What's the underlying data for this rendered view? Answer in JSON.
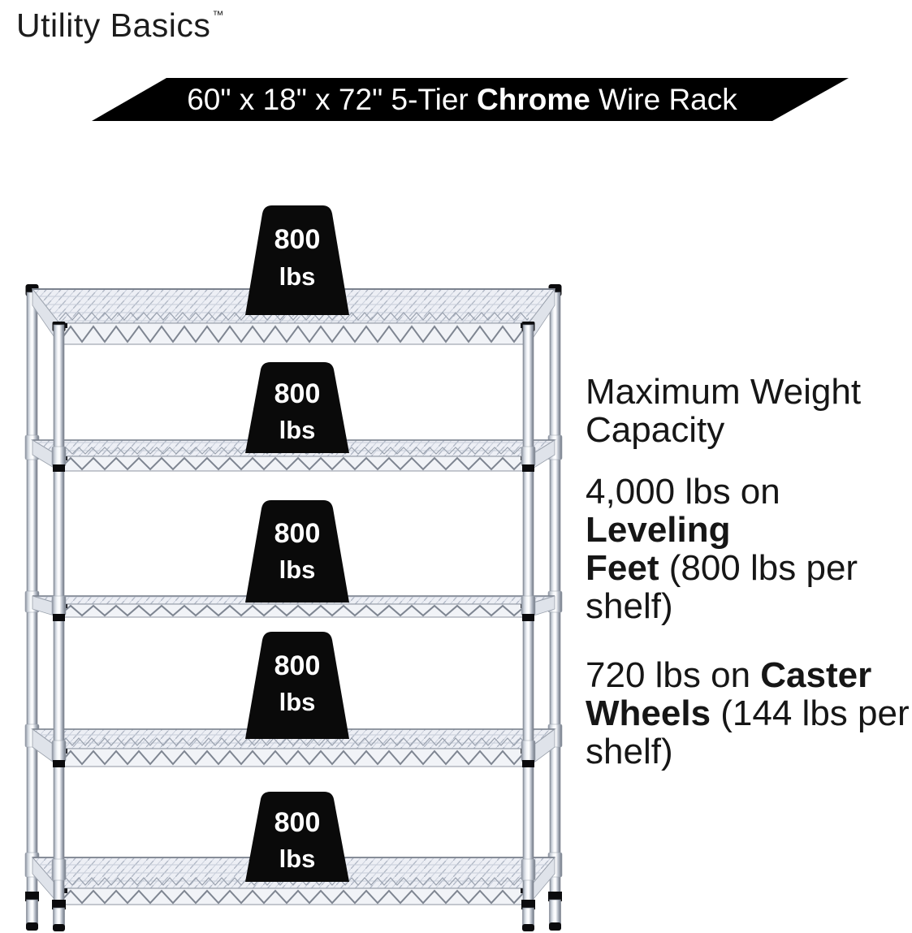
{
  "logo": {
    "text": "Utility Basics",
    "trademark": "™"
  },
  "banner": {
    "pre": "60\" x 18\" x 72\" 5-Tier ",
    "bold": "Chrome",
    "post": " Wire Rack",
    "background": "#000000",
    "text_color": "#ffffff"
  },
  "weights": {
    "items": [
      {
        "value": "800",
        "unit": "lbs"
      },
      {
        "value": "800",
        "unit": "lbs"
      },
      {
        "value": "800",
        "unit": "lbs"
      },
      {
        "value": "800",
        "unit": "lbs"
      },
      {
        "value": "800",
        "unit": "lbs"
      }
    ]
  },
  "info": {
    "heading": {
      "line1": "Maximum Weight",
      "line2": "Capacity"
    },
    "leveling": {
      "l1_text": "4,000 lbs on ",
      "l1_bold": "Leveling",
      "l2_bold": "Feet",
      "l2_text": " (800 lbs per",
      "l3_text": "shelf)"
    },
    "caster": {
      "l1_text": "720 lbs on ",
      "l1_bold": "Caster",
      "l2_bold": "Wheels",
      "l2_text": " (144 lbs per",
      "l3_text": "shelf)"
    }
  },
  "colors": {
    "accent_black": "#0b0b0d",
    "chrome_light": "#f5f7fa",
    "chrome_mid": "#c7ccd6",
    "chrome_dark": "#848b97",
    "shelf_fill": "#edeff5",
    "text": "#161616"
  }
}
